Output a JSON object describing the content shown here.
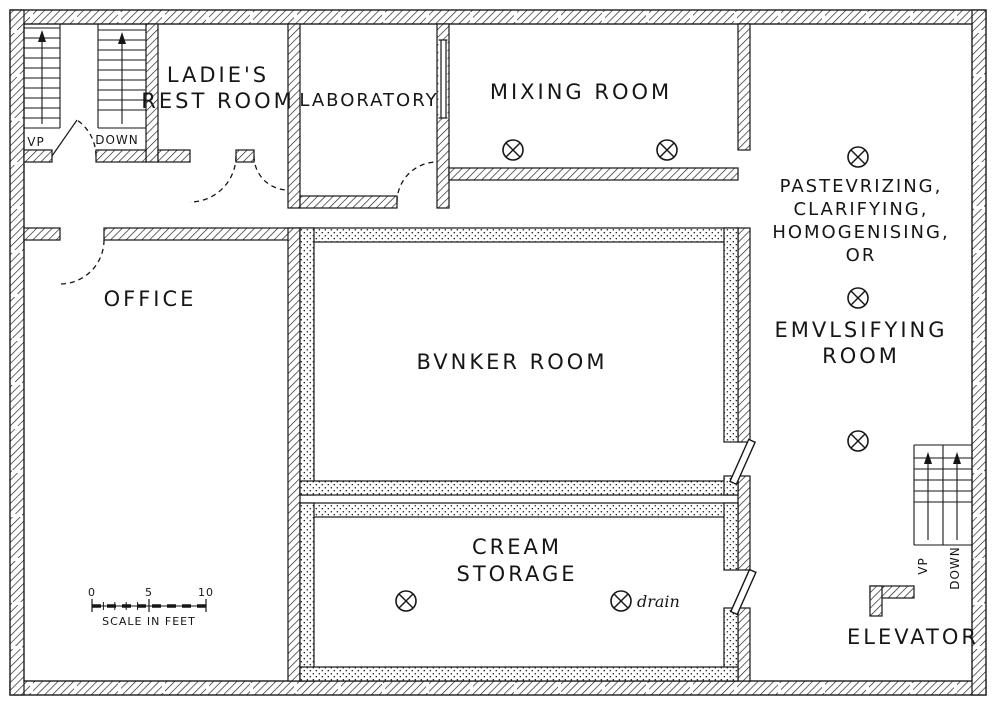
{
  "colors": {
    "ink": "#161616",
    "paper": "#ffffff"
  },
  "stairs_top_left": {
    "up": "VP",
    "down": "DOWN"
  },
  "stairs_right": {
    "up": "VP",
    "down": "DOWN"
  },
  "rooms": {
    "rest_room": {
      "lines": [
        "LADIE'S",
        "REST ROOM"
      ]
    },
    "laboratory": {
      "label": "LABORATORY"
    },
    "mixing_room": {
      "label": "MIXING ROOM"
    },
    "pasteurizing": {
      "lines": [
        "PASTEVRIZING,",
        "CLARIFYING,",
        "HOMOGENISING,",
        "OR"
      ],
      "lines_lower": [
        "EMVLSIFYING",
        "ROOM"
      ]
    },
    "office": {
      "label": "OFFICE"
    },
    "bunker_room": {
      "label": "BVNKER ROOM"
    },
    "cream_storage": {
      "lines": [
        "CREAM",
        "STORAGE"
      ]
    },
    "elevator": {
      "label": "ELEVATOR"
    }
  },
  "annotations": {
    "drain": "drain"
  },
  "scale_bar": {
    "ticks": [
      "0",
      "5",
      "10"
    ],
    "caption": "SCALE IN FEET"
  },
  "symbols": {
    "drain_icon": "circled-x",
    "stair_arrow_icon": "arrow-up"
  }
}
